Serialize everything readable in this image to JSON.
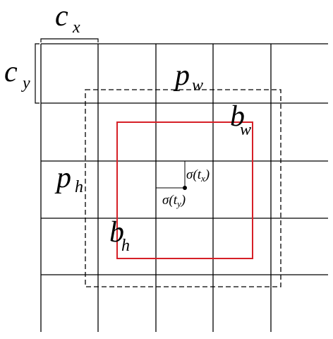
{
  "labels": {
    "cx_main": "c",
    "cx_sub": "x",
    "cy_main": "c",
    "cy_sub": "y",
    "pw_main": "p",
    "pw_sub": "w",
    "bw_main": "b",
    "bw_sub": "w",
    "ph_main": "p",
    "ph_sub": "h",
    "bh_main": "b",
    "bh_sub": "h",
    "sigma_tx_open": "σ(t",
    "sigma_tx_sub": "x",
    "sigma_tx_close": ")",
    "sigma_ty_open": "σ(t",
    "sigma_ty_sub": "y",
    "sigma_ty_close": ")"
  },
  "colors": {
    "grid": "#000000",
    "anchor_box": "#000000",
    "predicted_box": "#d62027",
    "center_point": "#000000"
  }
}
